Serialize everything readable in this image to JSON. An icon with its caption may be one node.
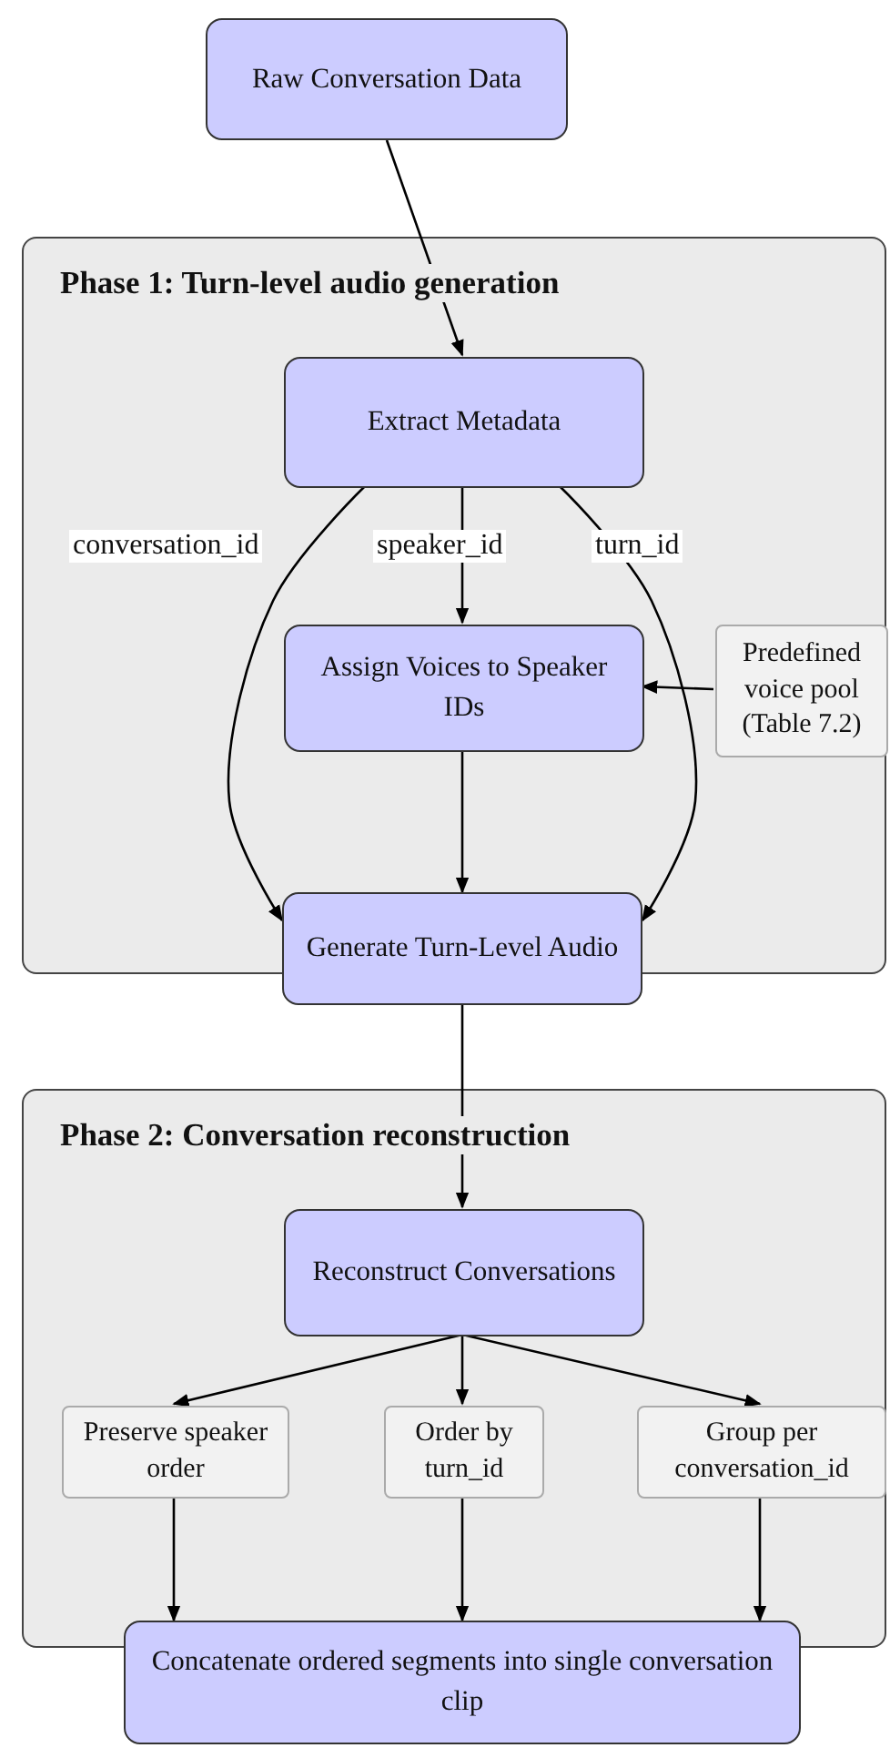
{
  "diagram": {
    "nodes": [
      {
        "text": [
          "Raw Conversation Data"
        ]
      },
      {
        "text": [
          "Phase 1: Turn-level audio generation"
        ]
      },
      {
        "text": [
          "Extract Metadata"
        ],
        "in": 1
      },
      {
        "text": [
          "Assign Voices to Speaker IDs"
        ],
        "in": 1
      },
      {
        "text": [
          "Predefined voice pool (Table 7.2)"
        ],
        "in": 1
      },
      {
        "text": [
          "Generate Turn-Level Audio"
        ]
      },
      {
        "text": [
          "Phase 2: Conversation reconstruction"
        ]
      },
      {
        "text": [
          "Reconstruct Conversations"
        ],
        "in": 6
      },
      {
        "text": [
          "Preserve speaker order"
        ],
        "in": 6
      },
      {
        "text": [
          "Order by turn_id"
        ],
        "in": 6
      },
      {
        "text": [
          "Group per conversation_id"
        ],
        "in": 6
      },
      {
        "text": [
          "Concatenate ordered segments into single conversation clip"
        ]
      }
    ],
    "edges": [
      {
        "from": 0,
        "to": 2,
        "arrow": "to"
      },
      {
        "from": 2,
        "to": 5,
        "arrow": "to",
        "label": "conversation_id"
      },
      {
        "from": 2,
        "to": 3,
        "arrow": "to",
        "label": "speaker_id"
      },
      {
        "from": 2,
        "to": 5,
        "arrow": "to",
        "label": "turn_id"
      },
      {
        "from": 4,
        "to": 3,
        "arrow": "to"
      },
      {
        "from": 3,
        "to": 5,
        "arrow": "to"
      },
      {
        "from": 5,
        "to": 7,
        "arrow": "to"
      },
      {
        "from": 7,
        "to": 8,
        "arrow": "to"
      },
      {
        "from": 7,
        "to": 9,
        "arrow": "to"
      },
      {
        "from": 7,
        "to": 10,
        "arrow": "to"
      },
      {
        "from": 8,
        "to": 11,
        "arrow": "to"
      },
      {
        "from": 9,
        "to": 11,
        "arrow": "to"
      },
      {
        "from": 10,
        "to": 11,
        "arrow": "to"
      }
    ]
  }
}
